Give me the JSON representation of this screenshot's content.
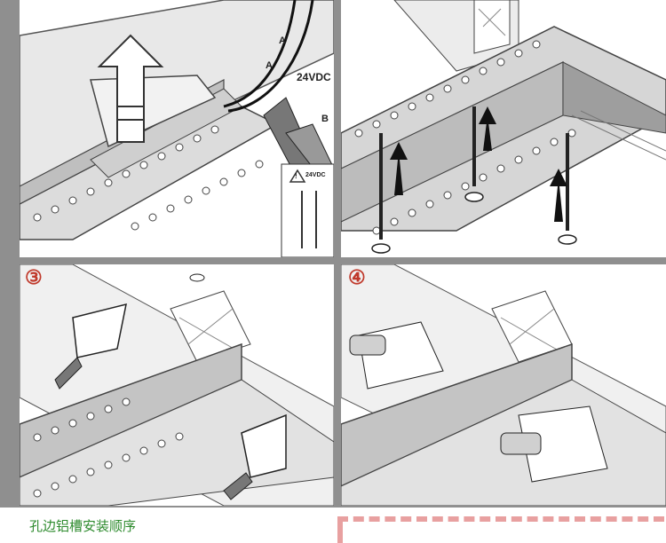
{
  "panels": {
    "p1": {
      "marker_a": "A",
      "marker_b": "B",
      "voltage": "24VDC",
      "warning_voltage": "24VDC",
      "warning_symbol": "!"
    },
    "p3": {
      "step": "③"
    },
    "p4": {
      "step": "④"
    }
  },
  "caption": "孔边铝槽安装顺序",
  "colors": {
    "frame": "#8f8f8f",
    "step": "#c0392b",
    "caption": "#2e8b2e",
    "dashes": "#e8a0a0"
  }
}
